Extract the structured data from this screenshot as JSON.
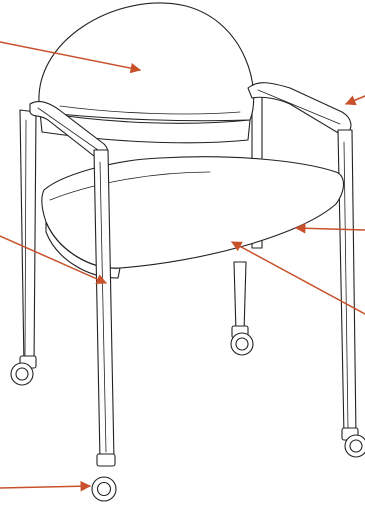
{
  "diagram": {
    "subject": "chair-on-casters",
    "style": "black-line-art",
    "background_color": "#ffffff",
    "line_color": "#222222",
    "callout_color": "#c8512b",
    "callouts": [
      {
        "id": "backrest",
        "label": ""
      },
      {
        "id": "armrest",
        "label": ""
      },
      {
        "id": "seat-front",
        "label": ""
      },
      {
        "id": "seat-center",
        "label": ""
      },
      {
        "id": "leg",
        "label": ""
      },
      {
        "id": "caster",
        "label": ""
      }
    ]
  }
}
